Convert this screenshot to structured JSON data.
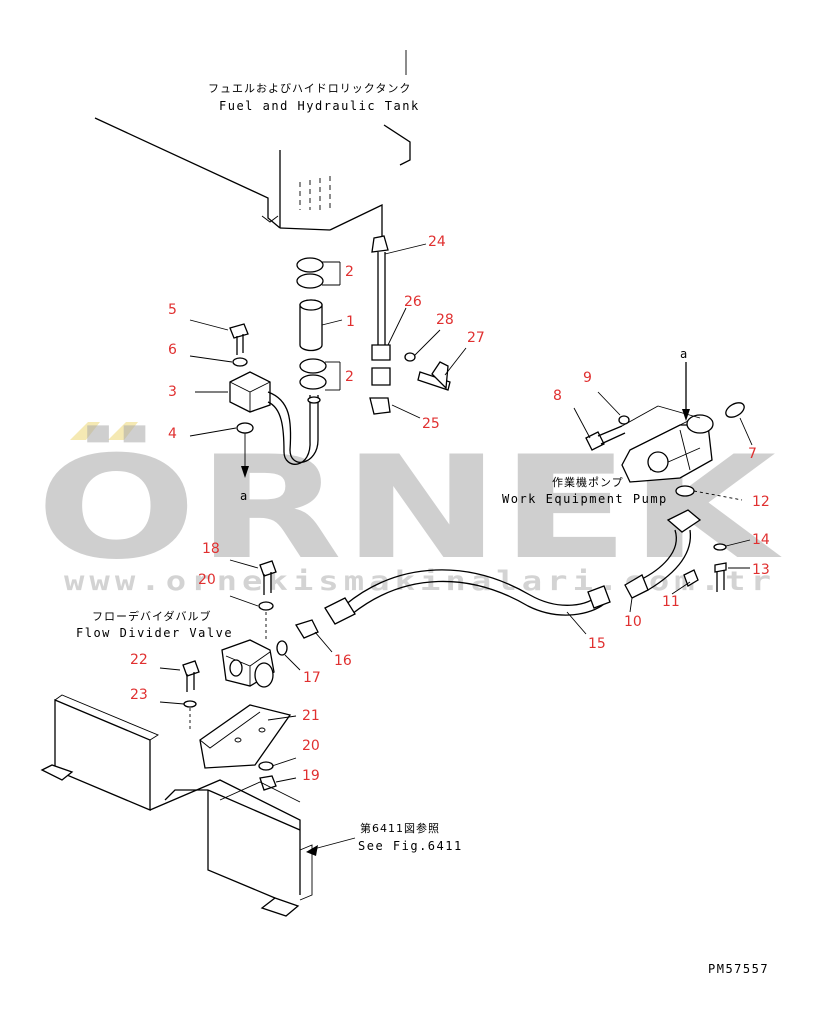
{
  "labels": {
    "tank_jp": "フュエルおよびハイドロリックタンク",
    "tank_en": "Fuel and Hydraulic Tank",
    "pump_jp": "作業機ポンプ",
    "pump_en": "Work Equipment Pump",
    "valve_jp": "フローデバイダバルブ",
    "valve_en": "Flow Divider Valve",
    "fig_jp": "第6411図参照",
    "fig_en": "See Fig.6411",
    "code": "PM57557",
    "ref_a_top": "a",
    "ref_a_left": "a"
  },
  "parts": [
    "1",
    "2",
    "2",
    "3",
    "4",
    "5",
    "6",
    "7",
    "8",
    "9",
    "10",
    "11",
    "12",
    "13",
    "14",
    "15",
    "16",
    "17",
    "18",
    "19",
    "20",
    "20",
    "21",
    "22",
    "23",
    "24",
    "25",
    "26",
    "27",
    "28"
  ],
  "watermark": {
    "brand": "ÖRNEK",
    "url": "www.ornekismakinalari.com.tr"
  },
  "colors": {
    "part_number": "#e03030",
    "watermark": "#a9a9a9",
    "accent": "#f2e3a0"
  }
}
